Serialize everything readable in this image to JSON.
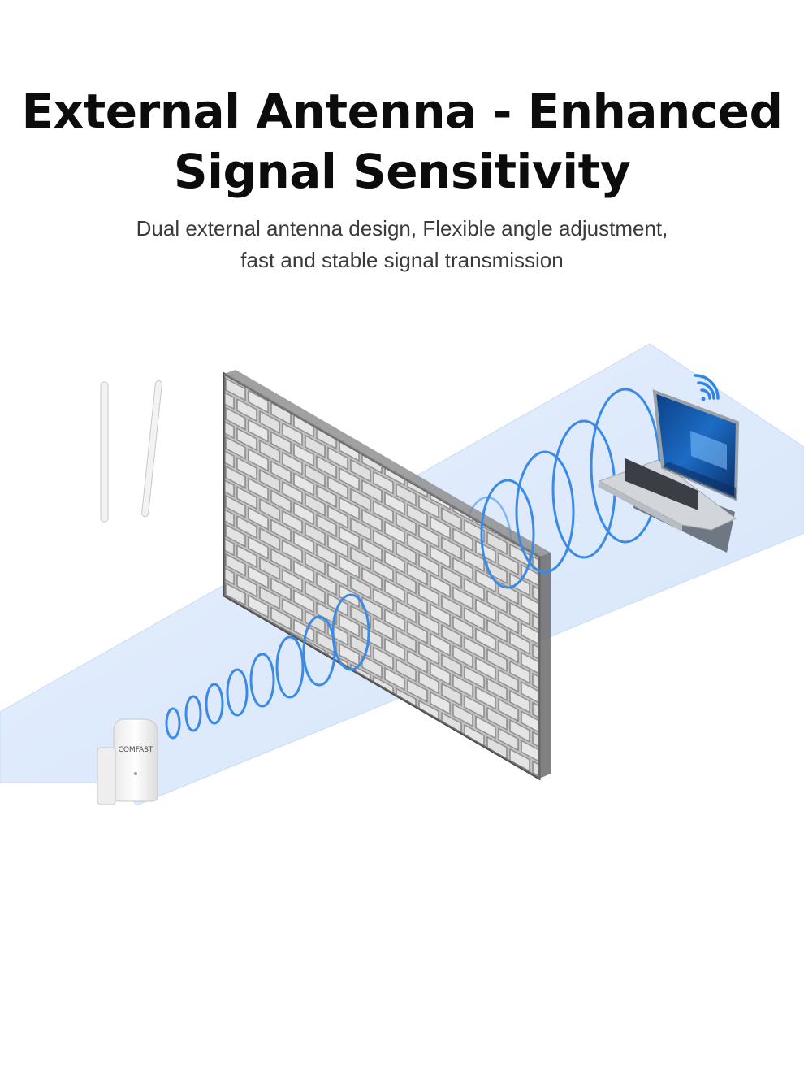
{
  "headline": {
    "line1": "External Antenna - Enhanced",
    "line2": "Signal Sensitivity"
  },
  "subline": {
    "line1": "Dual external antenna design, Flexible angle adjustment,",
    "line2": "fast and stable signal transmission"
  },
  "device": {
    "brand_text": "COMFAST"
  },
  "colors": {
    "floor": "#dce9fb",
    "signal": "#3b8be6",
    "wall": "#8c8c8c",
    "text": "#0c0c0c",
    "subtext": "#3a3a3a"
  },
  "icons": [
    "wifi-signal-icon"
  ]
}
